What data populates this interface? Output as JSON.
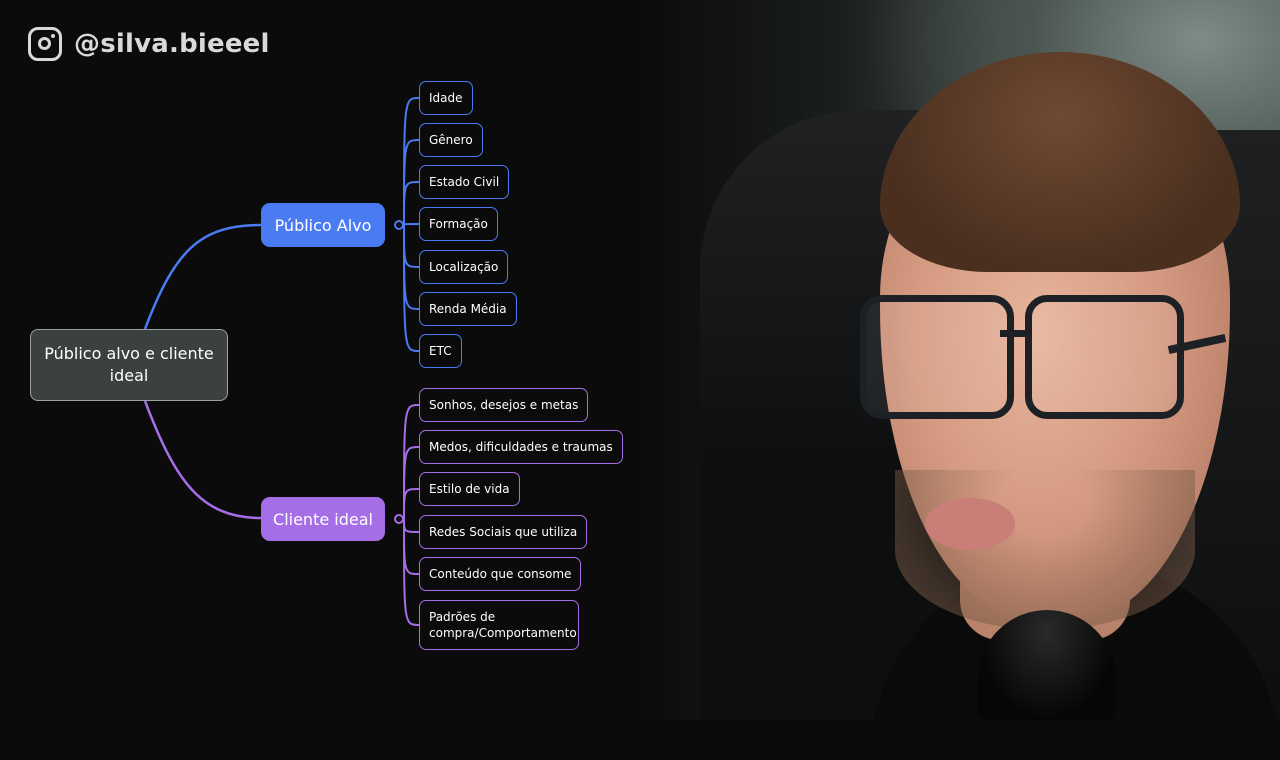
{
  "watermark": {
    "icon": "instagram-icon",
    "handle": "@silva.bieeel"
  },
  "colors": {
    "branch_blue": "#4a7bf2",
    "branch_purple": "#a56ee6",
    "root_fill": "#3a4140",
    "background": "#0b0b0c"
  },
  "mindmap": {
    "root": {
      "label": "Público alvo e cliente ideal"
    },
    "branches": [
      {
        "label": "Público Alvo",
        "color": "#4a7bf2",
        "children": [
          "Idade",
          "Gênero",
          "Estado Civil",
          "Formação",
          "Localização",
          "Renda Média",
          "ETC"
        ]
      },
      {
        "label": "Cliente ideal",
        "color": "#a56ee6",
        "children": [
          "Sonhos, desejos e metas",
          "Medos, dificuldades e traumas",
          "Estilo de vida",
          "Redes Sociais que utiliza",
          "Conteúdo que consome",
          "Padrões de compra/Comportamento"
        ]
      }
    ]
  }
}
